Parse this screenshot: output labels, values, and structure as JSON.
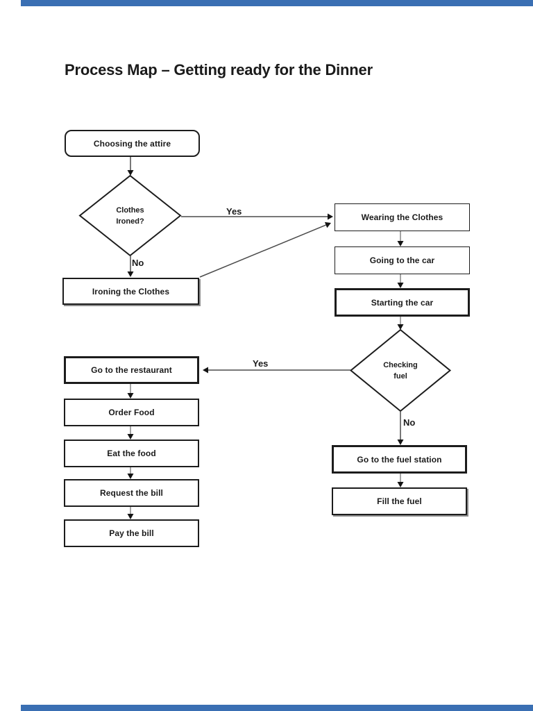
{
  "document": {
    "title": "Process Map – Getting ready for the Dinner",
    "background_color": "#ffffff",
    "viewer_edge_bar_color": "#3a6fb3"
  },
  "flowchart": {
    "nodes": {
      "choosing_attire": {
        "label": "Choosing the attire",
        "shape": "rounded-rectangle"
      },
      "clothes_ironed": {
        "line1": "Clothes",
        "line2": "Ironed?",
        "shape": "diamond"
      },
      "ironing_clothes": {
        "label": "Ironing the Clothes",
        "shape": "rectangle"
      },
      "wearing_clothes": {
        "label": "Wearing the Clothes",
        "shape": "rectangle"
      },
      "going_to_car": {
        "label": "Going to the car",
        "shape": "rectangle"
      },
      "starting_car": {
        "label": "Starting the car",
        "shape": "rectangle"
      },
      "checking_fuel": {
        "line1": "Checking",
        "line2": "fuel",
        "shape": "diamond"
      },
      "fuel_station": {
        "label": "Go to the fuel station",
        "shape": "rectangle"
      },
      "fill_fuel": {
        "label": "Fill the fuel",
        "shape": "rectangle"
      },
      "restaurant": {
        "label": "Go to the restaurant",
        "shape": "rectangle"
      },
      "order_food": {
        "label": "Order Food",
        "shape": "rectangle"
      },
      "eat_food": {
        "label": "Eat the food",
        "shape": "rectangle"
      },
      "request_bill": {
        "label": "Request the bill",
        "shape": "rectangle"
      },
      "pay_bill": {
        "label": "Pay the bill",
        "shape": "rectangle"
      }
    },
    "edge_labels": {
      "ironed_yes": "Yes",
      "ironed_no": "No",
      "fuel_yes": "Yes",
      "fuel_no": "No"
    }
  }
}
